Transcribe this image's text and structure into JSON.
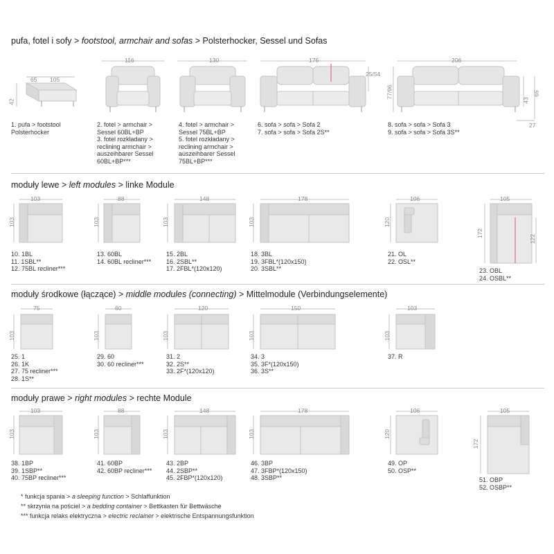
{
  "sections": {
    "sofas": {
      "title_pl": "pufa, fotel i sofy > ",
      "title_en": "footstool, armchair and sofas",
      "title_de": " > Polsterhocker, Sessel und Sofas"
    },
    "left": {
      "title_pl": "moduły lewe > ",
      "title_en": "left modules",
      "title_de": " > linke Module"
    },
    "middle": {
      "title_pl": "moduły środkowe (łączące) > ",
      "title_en": "middle modules (connecting)",
      "title_de": " > Mittelmodule (Verbindungselemente)"
    },
    "right": {
      "title_pl": "moduły prawe > ",
      "title_en": "right modules",
      "title_de": " > rechte Module"
    }
  },
  "items": {
    "pufa": {
      "caption": "1. pufa > footstool\nPolsterhocker",
      "w1": "65",
      "w2": "105",
      "h": "42"
    },
    "chair60": {
      "caption": "2. fotel > armchair >\nSessel 60BL+BP\n3. fotel rozkładany >\nreclining armchair >\nauszeihbarer Sessel\n60BL+BP***",
      "w": "116"
    },
    "chair75": {
      "caption": "4. fotel > armchair >\nSessel 75BL+BP\n5. fotel rozkładany >\nreclining armchair >\nauszeihbarer Sessel\n75BL+BP***",
      "w": "130"
    },
    "sofa2": {
      "caption": "6. sofa > sofa > Sofa 2\n7. sofa > sofa > Sofa 2S**",
      "w": "176",
      "h": "25/54"
    },
    "sofa3": {
      "caption": "8. sofa > sofa > Sofa 3\n9. sofa > sofa > Sofa 3S**",
      "w": "206",
      "h1": "77/96",
      "h2": "43",
      "h3": "65",
      "d": "27"
    },
    "l1": {
      "caption": "10. 1BL\n11. 1SBL**\n12. 75BL recliner***",
      "w": "103",
      "h": "103"
    },
    "l2": {
      "caption": "13. 60BL\n14. 60BL recliner***",
      "w": "88",
      "h": "103"
    },
    "l3": {
      "caption": "15. 2BL\n16. 2SBL**\n17. 2FBL*(120x120)",
      "w": "148",
      "h": "103"
    },
    "l4": {
      "caption": "18. 3BL\n19. 3FBL*(120x150)\n20. 3SBL**",
      "w": "178",
      "h": "103"
    },
    "l5": {
      "caption": "21. OL\n22. OSL**",
      "w": "106",
      "h": "120"
    },
    "l6": {
      "caption": "23. OBL\n24. OSBL**",
      "w": "105",
      "h1": "172",
      "h2": "122"
    },
    "m1": {
      "caption": "25. 1\n26. 1K\n27. 75 recliner***\n28. 1S**",
      "w": "75",
      "h": "103"
    },
    "m2": {
      "caption": "29. 60\n30. 60 recliner***",
      "w": "60",
      "h": "103"
    },
    "m3": {
      "caption": "31. 2\n32. 2S**\n33. 2F*(120x120)",
      "w": "120",
      "h": "103"
    },
    "m4": {
      "caption": "34. 3\n35. 3F*(120x150)\n36. 3S**",
      "w": "150",
      "h": "103"
    },
    "m5": {
      "caption": "37. R",
      "w": "103",
      "h": "103"
    },
    "r1": {
      "caption": "38. 1BP\n39. 1SBP**\n40. 75BP recliner***",
      "w": "103",
      "h": "103"
    },
    "r2": {
      "caption": "41. 60BP\n42. 60BP recliner***",
      "w": "88",
      "h": "103"
    },
    "r3": {
      "caption": "43. 2BP\n44. 2SBP**\n45. 2FBP*(120x120)",
      "w": "148",
      "h": "103"
    },
    "r4": {
      "caption": "46. 3BP\n47. 3FBP*(120x150)\n48. 3SBP**",
      "w": "178",
      "h": "103"
    },
    "r5": {
      "caption": "49. OP\n50. OSP**",
      "w": "106",
      "h": "120"
    },
    "r6": {
      "caption": "51. OBP\n52. OSBP**",
      "w": "105",
      "h": "172"
    }
  },
  "footnotes": [
    {
      "pl": "* funkcja spania > ",
      "en": "a sleeping function",
      "de": " > Schlaffunktion"
    },
    {
      "pl": "** skrzynia na pościel > ",
      "en": "a bedding container",
      "de": " > Bettkasten für Bettwäsche"
    },
    {
      "pl": "*** funkcja relaks elektryczna > ",
      "en": "electric reclainer",
      "de": " > elektrische Entspannungsfunktion"
    }
  ],
  "colors": {
    "fabric": "#e9e9e9",
    "fabric_shade": "#d6d6d6",
    "outline": "#bdbdbd",
    "accent_line": "#d2566a"
  }
}
